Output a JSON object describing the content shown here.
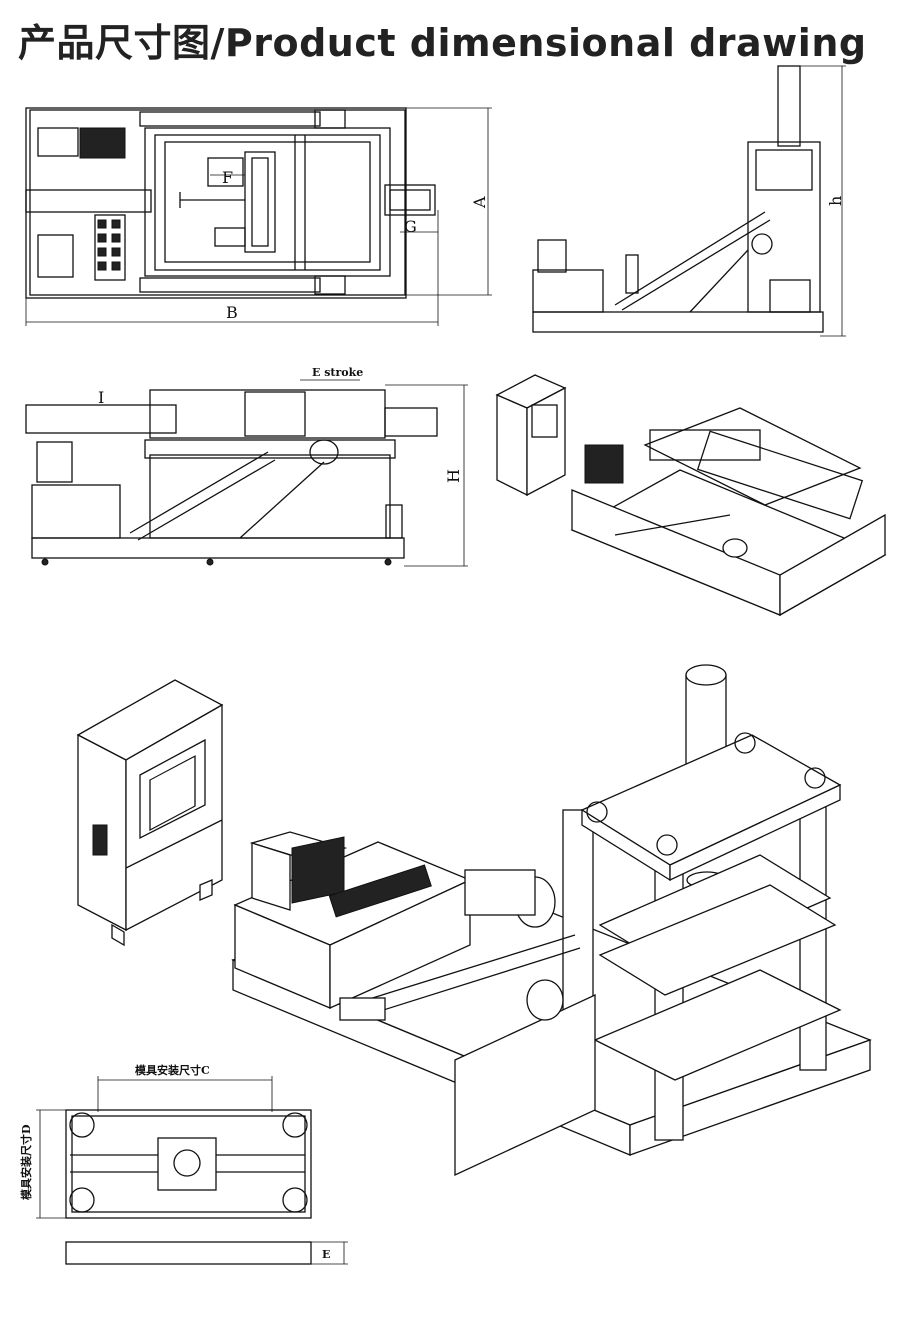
{
  "title": "产品尺寸图/Product dimensional drawing",
  "top_view": {
    "label_A": "A",
    "label_B": "B",
    "label_F": "F",
    "label_G": "G"
  },
  "side_view_right": {
    "label_h": "h"
  },
  "front_view": {
    "label_I": "I",
    "label_H": "H",
    "label_stroke": "E stroke"
  },
  "mold_plate": {
    "label_C": "模具安装尺寸C",
    "label_D": "模具安装尺寸D",
    "label_E": "E"
  },
  "icons": [
    "control-cabinet-icon",
    "hydraulic-cylinder-icon",
    "motor-icon",
    "tie-rod-icon"
  ]
}
